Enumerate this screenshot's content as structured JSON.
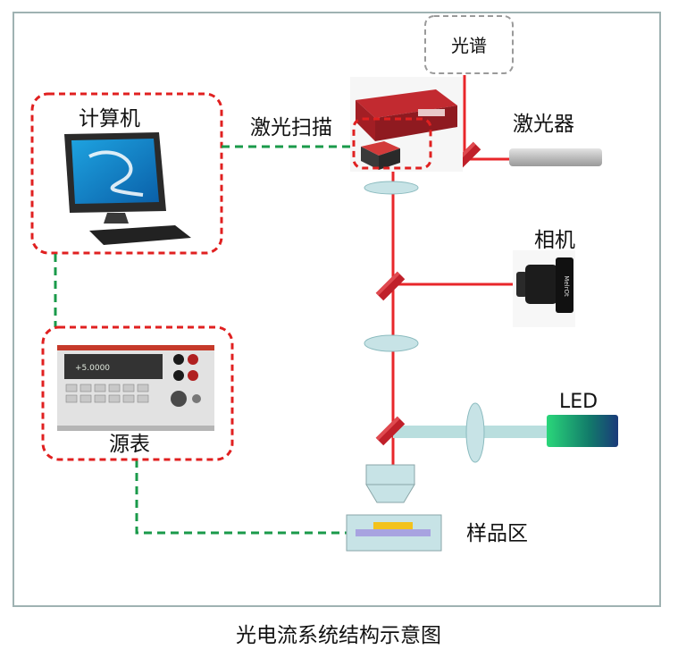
{
  "labels": {
    "spectrum": "光谱",
    "computer": "计算机",
    "laser_scan": "激光扫描",
    "laser": "激光器",
    "camera": "相机",
    "source_meter": "源表",
    "led": "LED",
    "sample_area": "样品区"
  },
  "caption": "光电流系统结构示意图",
  "device_text": {
    "meter_display": "+5.0000",
    "camera_brand": "MelrOt"
  },
  "colors": {
    "laser_beam": "#e8262a",
    "led_beam": "#b9dede",
    "lens": "#c7e3e6",
    "mirror": "#c0202a",
    "dashed_box_red": "#e02020",
    "dashed_box_grey": "#9a9a9a",
    "signal_line": "#1a9a4a",
    "sample_base": "#a8a3e0",
    "sample_chip": "#f3c21c",
    "led_body": "#1ab06a",
    "frame": "#9fb2b2"
  },
  "icons": [
    "computer-monitor-icon",
    "keyboard-icon",
    "laser-scanner-icon",
    "laser-rod-icon",
    "camera-icon",
    "source-meter-icon",
    "led-icon",
    "objective-lens-icon",
    "mirror-icon",
    "lens-icon",
    "sample-stage-icon"
  ]
}
